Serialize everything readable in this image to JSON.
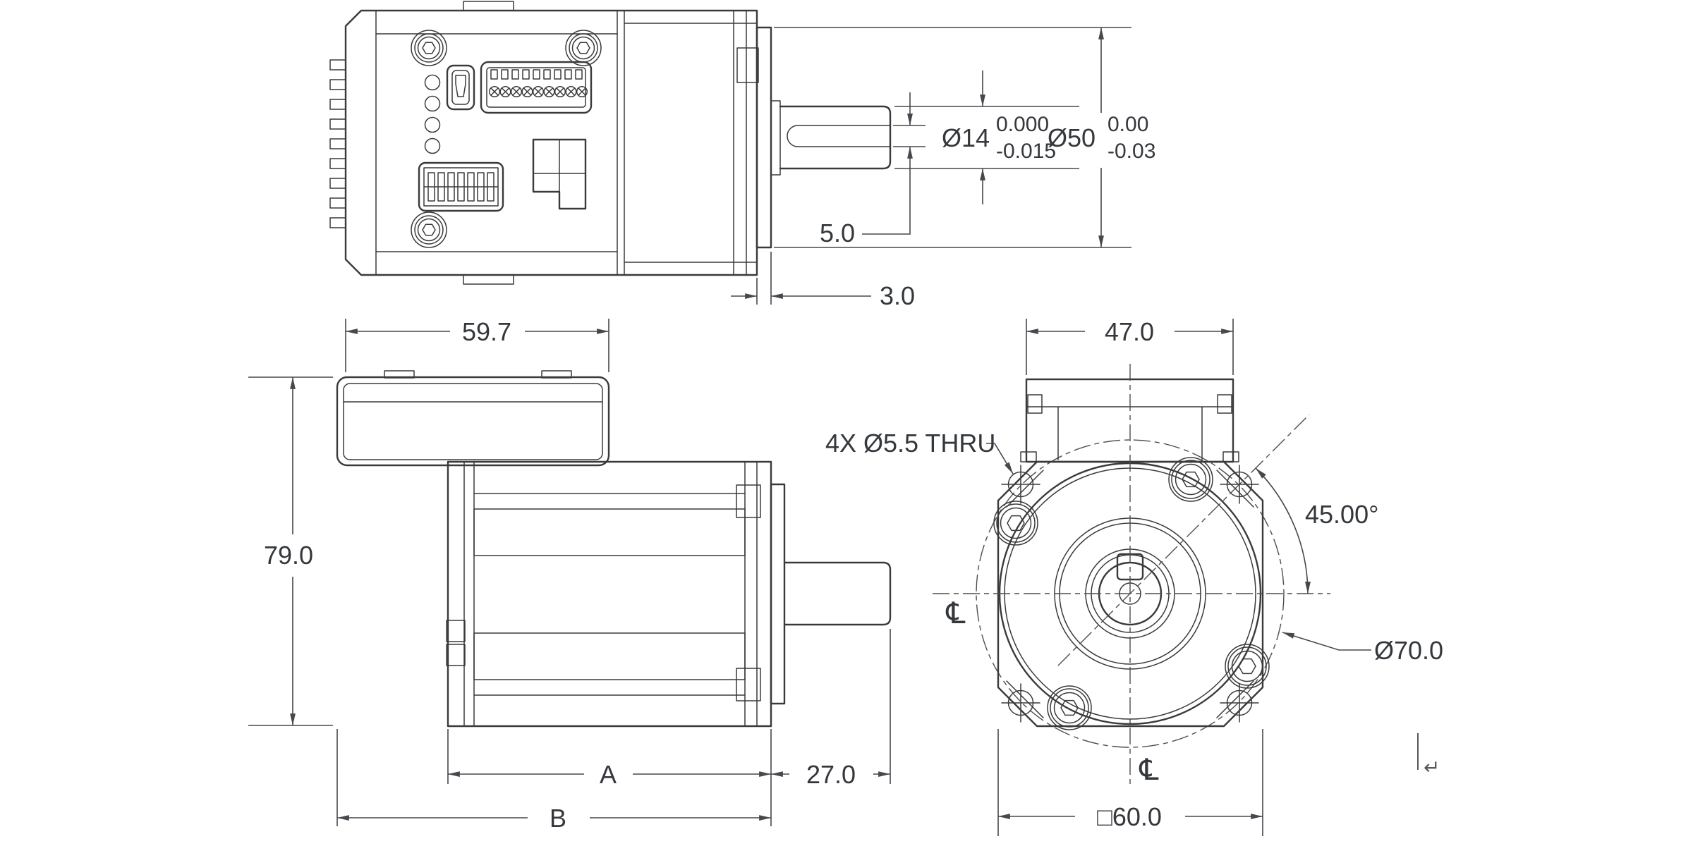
{
  "colors": {
    "background": "#ffffff",
    "line": "#3a3a3a",
    "dimension": "#45484c",
    "text": "#34373c"
  },
  "top_view": {
    "shaft_diameter": {
      "label": "Ø14",
      "tol_upper": "0.000",
      "tol_lower": "-0.015"
    },
    "pilot_diameter": {
      "label": "Ø50",
      "tol_upper": "0.00",
      "tol_lower": "-0.03"
    },
    "shaft_flat": "5.0",
    "pilot_length": "3.0"
  },
  "side_view": {
    "cover_width": "59.7",
    "overall_height": "79.0",
    "motor_length": "A",
    "overall_length": "B",
    "shaft_length": "27.0"
  },
  "front_view": {
    "cover_width": "47.0",
    "mounting_holes": "4X Ø5.5 THRU",
    "hole_angle": "45.00°",
    "bolt_circle": "Ø70.0",
    "frame_size": "□60.0",
    "centerline_left": "℄",
    "centerline_bottom": "℄"
  },
  "artifact": "↵"
}
